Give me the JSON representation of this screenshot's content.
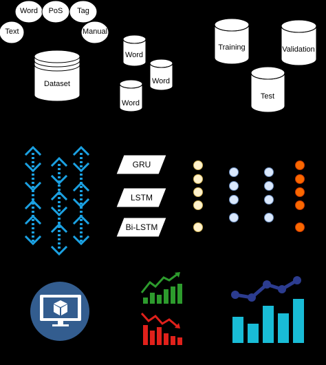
{
  "colors": {
    "background": "#000000",
    "shape_fill": "#ffffff",
    "stroke": "#000000",
    "arrow_blue": "#1ba1e2",
    "node_yellow": "#fff2cc",
    "node_yellow_border": "#d6b656",
    "node_blue": "#dae8fc",
    "node_blue_border": "#6c8ebf",
    "node_orange": "#fa6800",
    "node_orange_border": "#c73500",
    "monitor_circle": "#335d8f",
    "bar_green": "#2d9b2d",
    "bar_red": "#e0211b",
    "bar_cyan": "#19bcd6",
    "line_navy": "#2c3c8f"
  },
  "data_preparation": {
    "ellipse_labels": [
      "Word",
      "PoS",
      "Tag",
      "Text",
      "Manual"
    ],
    "dataset_label": "Dataset",
    "word_labels": [
      "Word",
      "Word",
      "Word"
    ]
  },
  "data_split": {
    "training_label": "Training",
    "validation_label": "Validation",
    "test_label": "Test"
  },
  "models": {
    "labels": [
      "GRU",
      "LSTM",
      "Bi-LSTM"
    ]
  },
  "icons": {
    "arrow_grid": "dotted-chevron-arrows-icon",
    "monitor": "monitor-cube-icon",
    "stock_up": "trend-up-chart-icon",
    "stock_down": "trend-down-chart-icon",
    "results": "bar-line-chart-icon"
  }
}
